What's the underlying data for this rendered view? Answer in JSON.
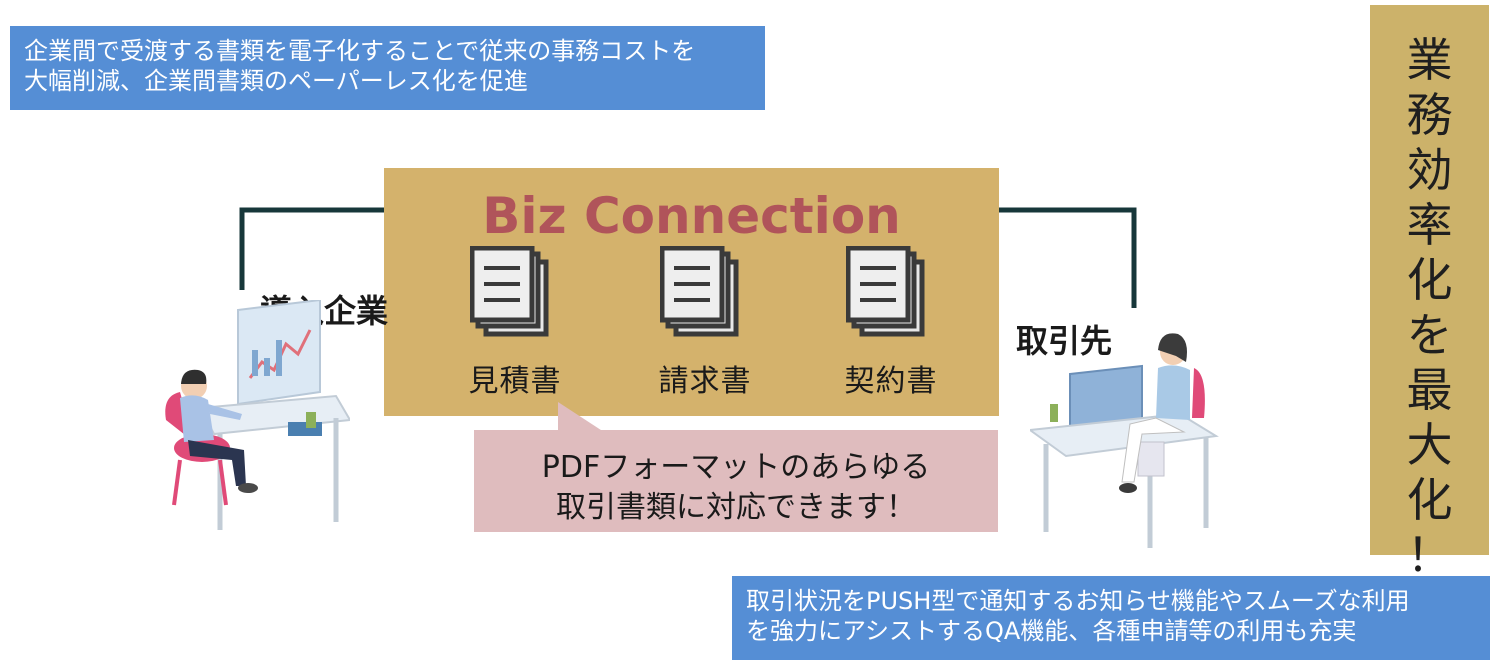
{
  "top_note": {
    "line1": "企業間で受渡する書類を電子化することで従来の事務コストを",
    "line2": "大幅削減、企業間書類のペーパーレス化を促進"
  },
  "bottom_note": {
    "line1": "取引状況をPUSH型で通知するお知らせ機能やスムーズな利用",
    "line2": "を強力にアシストするQA機能、各種申請等の利用も充実"
  },
  "slogan": [
    "業",
    "務",
    "効",
    "率",
    "化",
    "を",
    "最",
    "大",
    "化",
    "！"
  ],
  "platform": {
    "title": "Biz Connection",
    "documents": [
      {
        "label": "見積書",
        "icon": "document-stack-icon"
      },
      {
        "label": "請求書",
        "icon": "document-stack-icon"
      },
      {
        "label": "契約書",
        "icon": "document-stack-icon"
      }
    ]
  },
  "callout": {
    "line1": "PDFフォーマットのあらゆる",
    "line2": "取引書類に対応できます！"
  },
  "actors": {
    "company": "導入企業",
    "partner": "取引先"
  },
  "colors": {
    "note_blue": "#558ed5",
    "platform_gold": "#d4b26c",
    "slogan_gold": "#ccb26a",
    "title_red": "#b0545a",
    "callout_pink": "#dfbcbe",
    "arrow": "#17373a"
  }
}
